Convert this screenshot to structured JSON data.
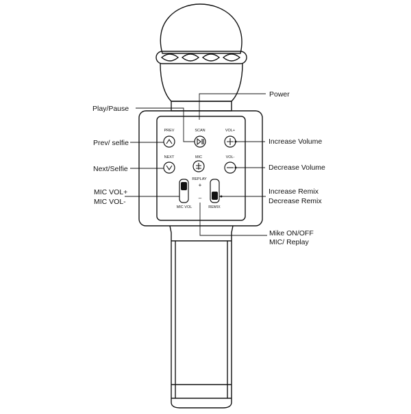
{
  "callouts": {
    "power": "Power",
    "play_pause": "Play/Pause",
    "prev_selfie": "Prev/ selfie",
    "next_selfie": "Next/Selfie",
    "mic_vol_up": "MIC VOL+",
    "mic_vol_down": "MIC VOL-",
    "increase_volume": "Increase Volume",
    "decrease_volume": "Decrease Volume",
    "increase_remix": "Increase Remix",
    "decrease_remix": "Decrease Remix",
    "mike_on_off": "Mike ON/OFF",
    "mic_replay": "MIC/ Replay"
  },
  "panel": {
    "prev": "PREV",
    "scan": "SCAN",
    "vol_plus": "VOL+",
    "next": "NEXT",
    "mic": "MIC",
    "vol_minus": "VOL-",
    "replay": "REPLAY",
    "plus": "+",
    "minus": "–",
    "mic_vol": "MIC VOL",
    "remix": "REMIX"
  },
  "colors": {
    "line": "#111111",
    "background": "#ffffff"
  }
}
